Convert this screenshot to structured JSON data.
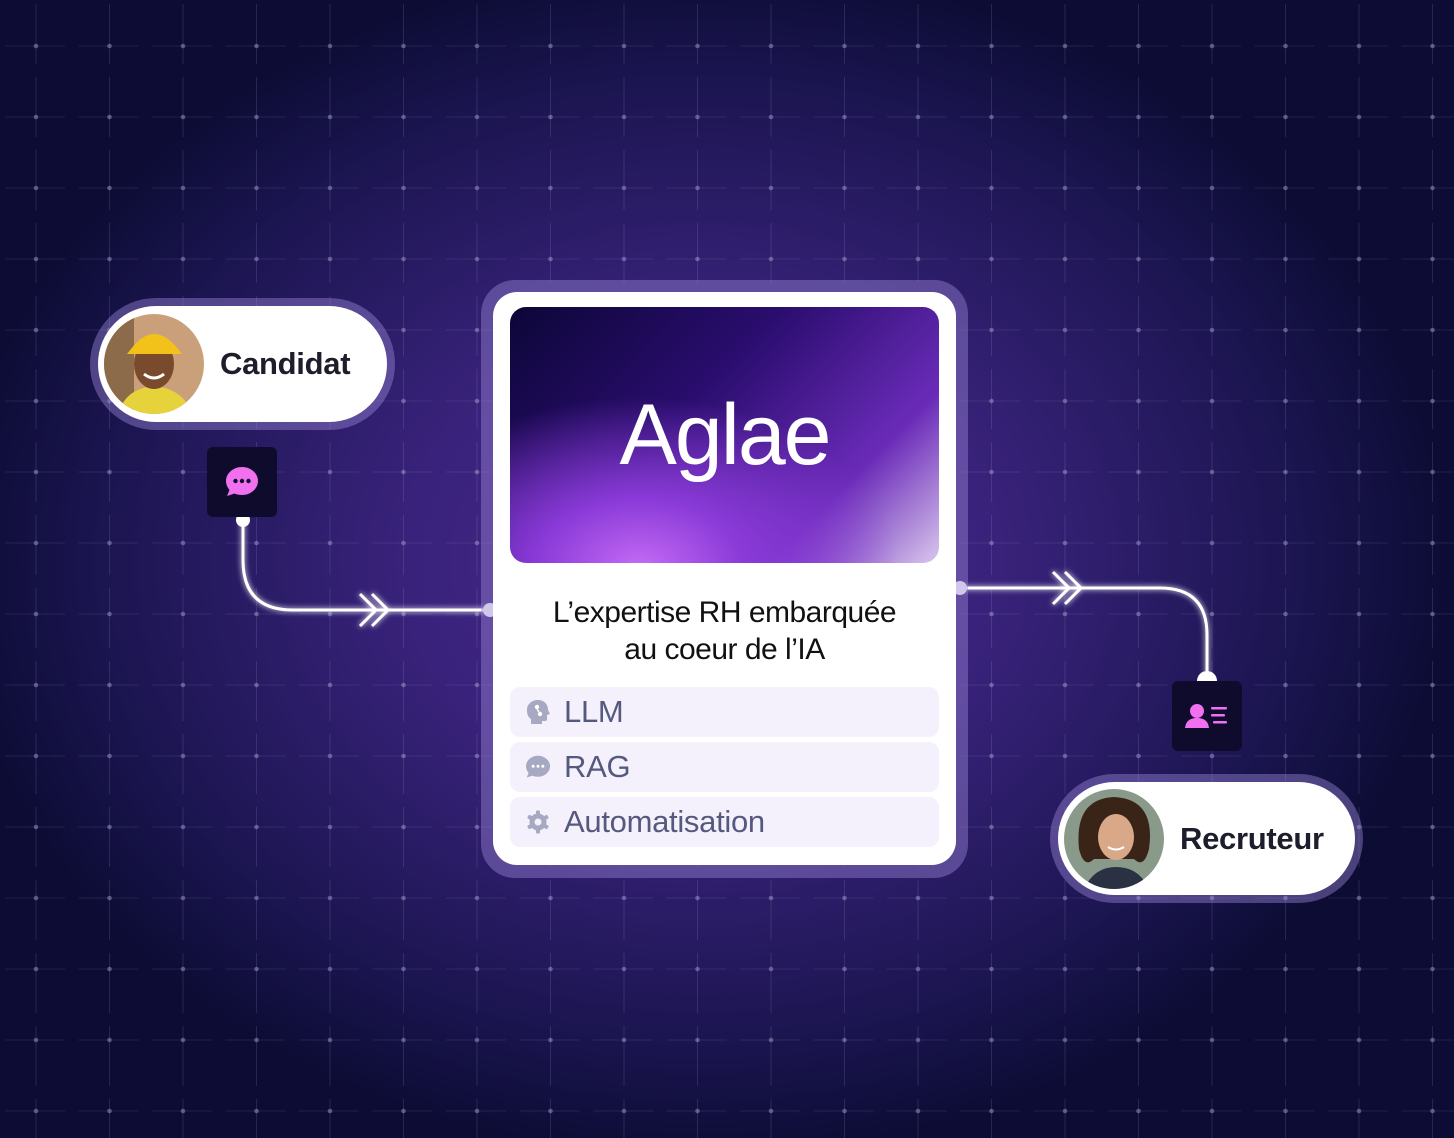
{
  "candidate": {
    "label": "Candidat",
    "icon": "chat-bubble-icon"
  },
  "core": {
    "brand": "Aglae",
    "tagline_line1": "L’expertise RH embarquée",
    "tagline_line2": "au coeur de l’IA",
    "features": [
      {
        "label": "LLM",
        "icon": "ai-head-icon"
      },
      {
        "label": "RAG",
        "icon": "chat-bubble-icon"
      },
      {
        "label": "Automatisation",
        "icon": "gear-icon"
      }
    ]
  },
  "recruiter": {
    "label": "Recruteur",
    "icon": "contact-card-icon"
  },
  "colors": {
    "accent": "#f070f0",
    "background": "#38227a",
    "icon_box": "#0e0b2c",
    "feature_text": "#55597e"
  }
}
